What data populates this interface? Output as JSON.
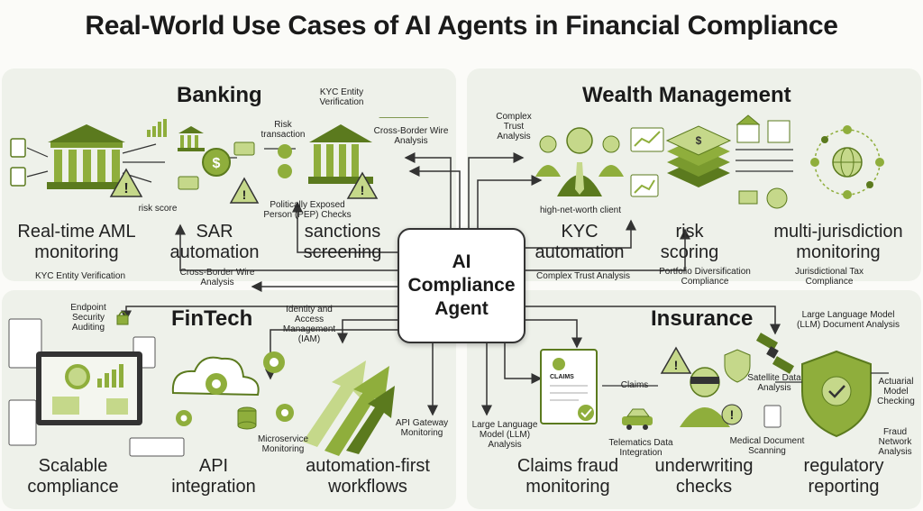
{
  "title": "Real-World Use Cases of AI Agents in Financial Compliance",
  "hub": {
    "line1": "AI",
    "line2": "Compliance",
    "line3": "Agent"
  },
  "colors": {
    "green_dark": "#5b7a1e",
    "green_mid": "#8fae3c",
    "green_light": "#c5d88a",
    "panel": "#eef1ea",
    "dark": "#333333"
  },
  "banking": {
    "title": "Banking",
    "labels": {
      "risk_score": "risk score",
      "kyc_top": "KYC Entity Verification",
      "risk_transaction": "Risk transaction",
      "cross_border_top": "Cross-Border Wire Analysis",
      "pep": "Politically Exposed Person (PEP) Checks",
      "kyc_bottom": "KYC Entity Verification",
      "cross_border_bottom": "Cross-Border Wire Analysis"
    },
    "items": [
      "Real-time AML monitoring",
      "SAR automation",
      "sanctions screening"
    ]
  },
  "wealth": {
    "title": "Wealth Management",
    "labels": {
      "complex_trust_top": "Complex Trust Analysis",
      "hnw_client": "high-net-worth client",
      "complex_trust_bottom": "Complex Trust Analysis",
      "portfolio": "Portfolio Diversification Compliance",
      "jurisdictional": "Jurisdictional Tax Compliance"
    },
    "items": [
      "KYC automation",
      "risk scoring",
      "multi-jurisdiction monitoring"
    ]
  },
  "fintech": {
    "title": "FinTech",
    "labels": {
      "endpoint": "Endpoint Security Auditing",
      "iam": "Identity and Access Management (IAM)",
      "microservice": "Microservice Monitoring",
      "api_gateway": "API Gateway Monitoring"
    },
    "items": [
      "Scalable compliance",
      "API integration",
      "automation-first workflows"
    ]
  },
  "insurance": {
    "title": "Insurance",
    "labels": {
      "llm_top": "Large Language Model (LLM) Document Analysis",
      "claims_doc": "CLAIMS",
      "claims_arrow": "Claims",
      "satellite": "Satellite Data Analysis",
      "actuarial": "Actuarial Model Checking",
      "llm_bottom": "Large Language Model (LLM) Analysis",
      "telematics": "Telematics Data Integration",
      "medical": "Medical Document Scanning",
      "fraud_network": "Fraud Network Analysis"
    },
    "items": [
      "Claims fraud monitoring",
      "underwriting checks",
      "regulatory reporting"
    ]
  }
}
